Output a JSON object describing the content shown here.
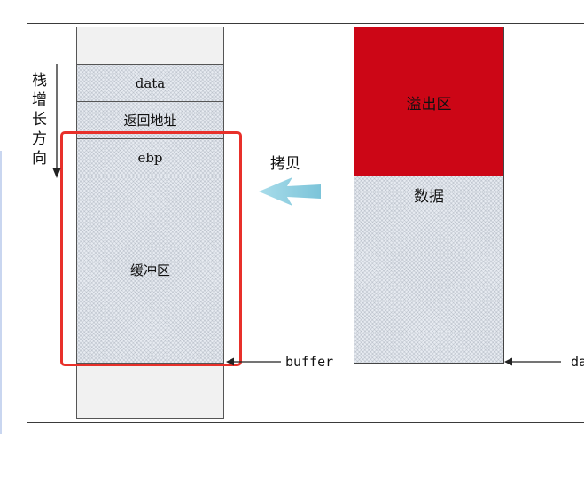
{
  "stack": {
    "growth_label": "栈增长方向",
    "cells": {
      "data": "data",
      "return_address": "返回地址",
      "ebp": "ebp",
      "buffer": "缓冲区"
    },
    "pointer_label": "buffer"
  },
  "copy": {
    "label": "拷贝"
  },
  "source": {
    "overflow": "溢出区",
    "data": "数据",
    "pointer_label": "da"
  },
  "colors": {
    "overflow": "#cc0616",
    "highlight": "#e8302a",
    "copy_arrow": "#8fcfe0"
  }
}
